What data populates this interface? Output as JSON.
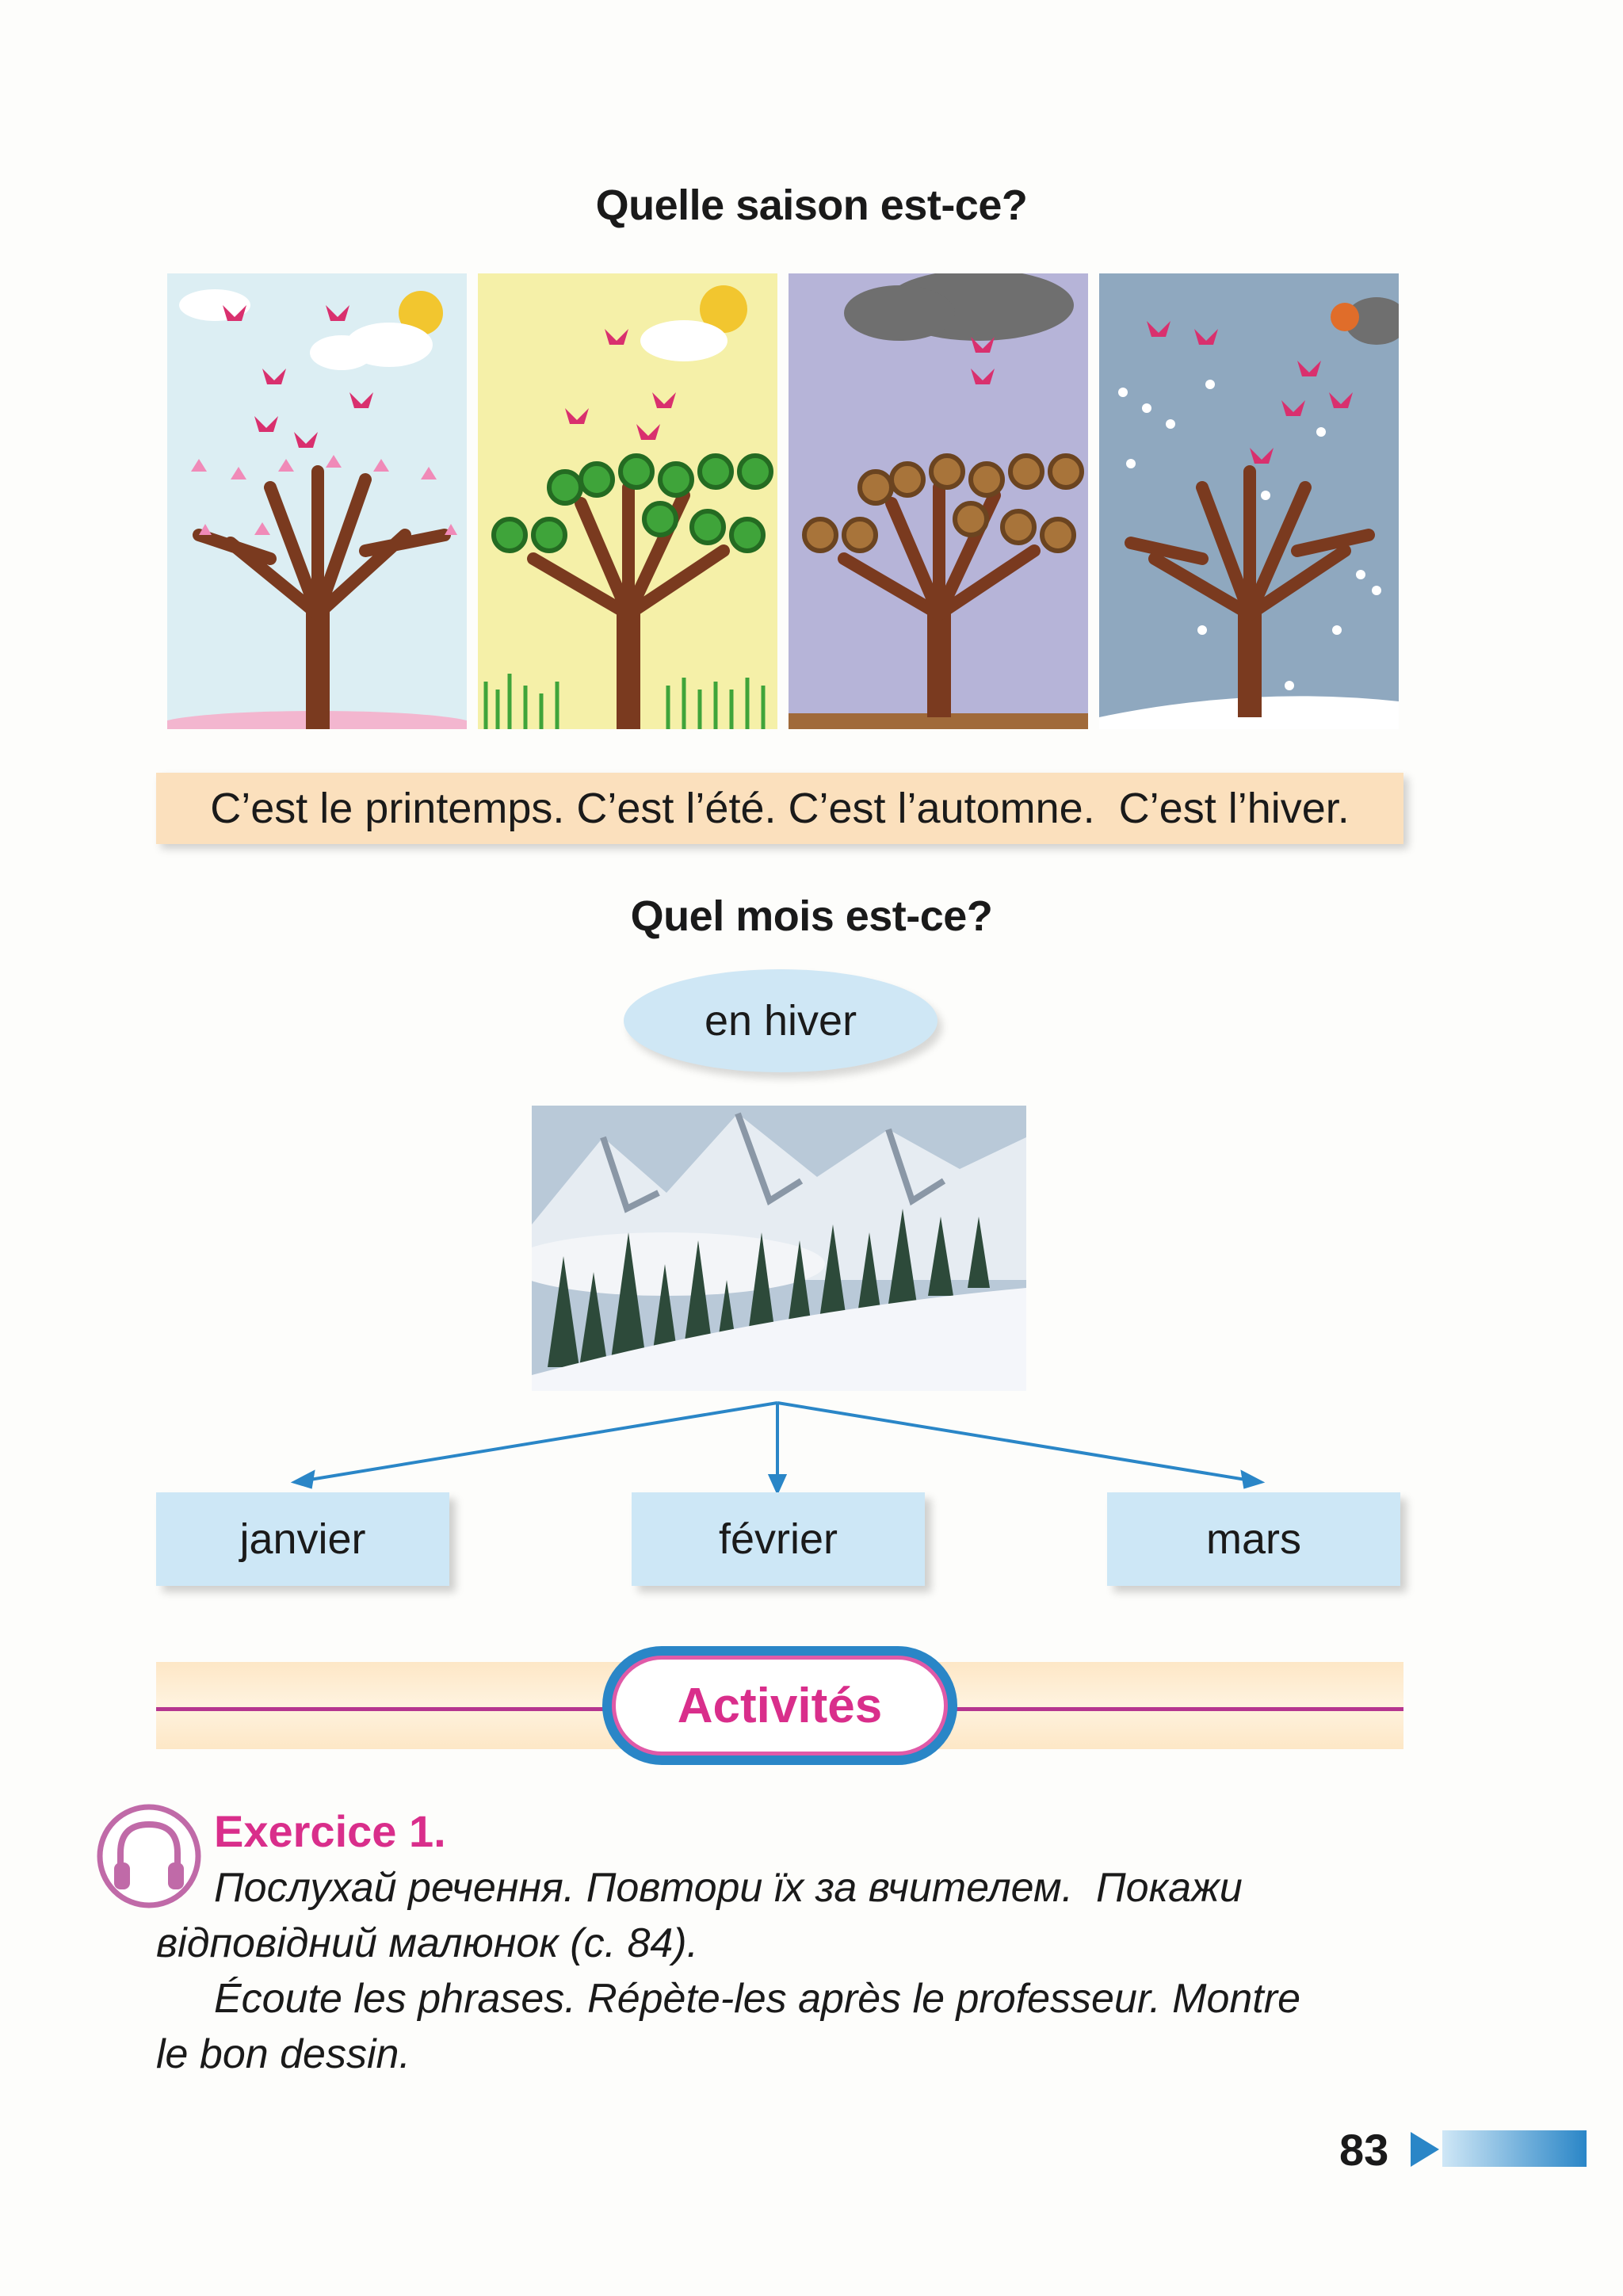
{
  "top_heading": "Quelle saison est-ce?",
  "seasons_caption": "C’est le printemps. C’est l’été. C’est l’automne.  C’est l’hiver.",
  "month_heading": "Quel mois est-ce?",
  "season_bubble": "en hiver",
  "months": [
    "janvier",
    "février",
    "mars"
  ],
  "activities_title": "Activités",
  "exercise": {
    "title": "Exercice 1.",
    "ukrainian_line1": "Послухай речення. Повтори їх за вчителем.  Покажи",
    "ukrainian_line2": "відповідний малюнок (с. 84).",
    "french_line1": "Écoute les phrases. Répète-les après le professeur. Montre",
    "french_line2": "le bon dessin."
  },
  "page_number": "83",
  "colors": {
    "accent_pink": "#d92e8b",
    "accent_blue": "#2a86c7",
    "strip_peach": "#fbe0bd",
    "box_blue": "#cde7f6"
  }
}
